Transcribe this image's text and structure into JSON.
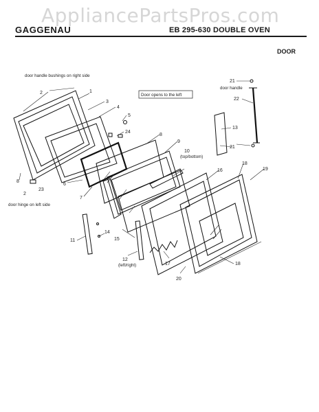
{
  "watermark": "AppliancePartsPros.com",
  "header": {
    "brand": "GAGGENAU",
    "model_title": "EB 295-630 DOUBLE OVEN",
    "section": "DOOR"
  },
  "notes": {
    "bushings": "door handle bushings on right side",
    "opens_left": "Door opens to the left",
    "door_handle": "door handle",
    "hinge_left": "door hinge on left side",
    "top_bottom": "(top/bottom)",
    "left_right": "(left/right)"
  },
  "callouts": [
    "1",
    "2",
    "3",
    "4",
    "5",
    "6",
    "7",
    "8",
    "9",
    "10",
    "11",
    "12",
    "13",
    "14",
    "15",
    "16",
    "17",
    "18",
    "19",
    "20",
    "21",
    "22",
    "23",
    "24"
  ],
  "colors": {
    "ink": "#1a1a1a",
    "watermark": "#d6d6d6"
  }
}
